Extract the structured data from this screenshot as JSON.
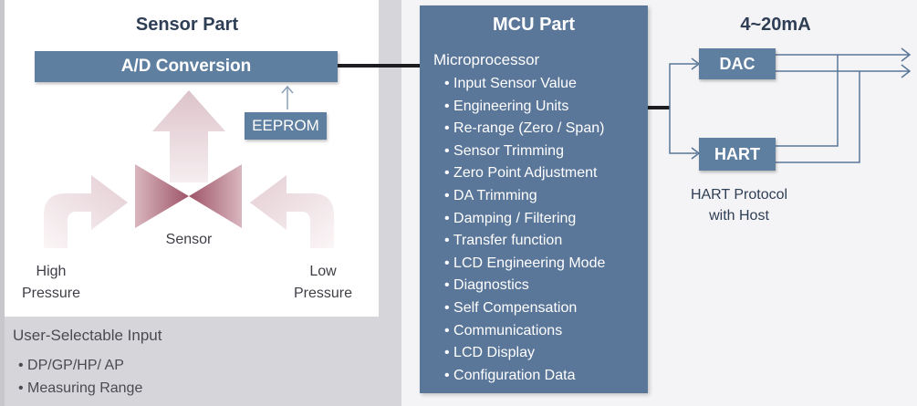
{
  "sensor": {
    "title": "Sensor Part",
    "adc": "A/D Conversion",
    "eeprom": "EEPROM",
    "sensor_label": "Sensor",
    "high_pressure": [
      "High",
      "Pressure"
    ],
    "low_pressure": [
      "Low",
      "Pressure"
    ]
  },
  "input": {
    "heading": "User-Selectable Input",
    "items": [
      "DP/GP/HP/ AP",
      "Measuring Range"
    ]
  },
  "mcu": {
    "title": "MCU Part",
    "subtitle": "Microprocessor",
    "items": [
      "Input Sensor Value",
      "Engineering Units",
      "Re-range (Zero / Span)",
      "Sensor Trimming",
      "Zero Point Adjustment",
      "DA Trimming",
      "Damping / Filtering",
      "Transfer function",
      "LCD Engineering Mode",
      "Diagnostics",
      "Self Compensation",
      "Communications",
      "LCD Display",
      "Configuration Data"
    ]
  },
  "output": {
    "title": "4~20mA",
    "dac": "DAC",
    "hart": "HART",
    "hart_caption": [
      "HART Protocol",
      "with Host"
    ]
  },
  "colors": {
    "box": "#5f7fa0",
    "mcu_panel": "#5a7699",
    "title_text": "#2e3e55",
    "arrow_pink": "#ecdcdf",
    "sensor_dark": "#a35c6f"
  }
}
